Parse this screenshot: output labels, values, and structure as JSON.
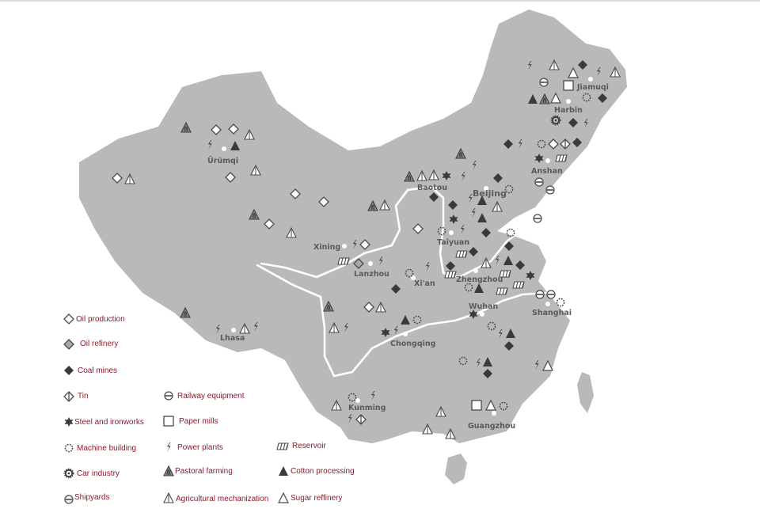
{
  "colors": {
    "land": "#b9b9b9",
    "river": "#ffffff",
    "symbol": "#4a4a4a",
    "legend_text": "#8c1a2c",
    "city_text": "#5a5a5a"
  },
  "cities": [
    {
      "id": "urumqi",
      "name": "Ürümqi"
    },
    {
      "id": "lhasa",
      "name": "Lhasa"
    },
    {
      "id": "xining",
      "name": "Xining"
    },
    {
      "id": "lanzhou",
      "name": "Lanzhou"
    },
    {
      "id": "baotou",
      "name": "Baotou"
    },
    {
      "id": "beijing",
      "name": "Beijing"
    },
    {
      "id": "taiyuan",
      "name": "Taiyuan"
    },
    {
      "id": "xian",
      "name": "Xi'an"
    },
    {
      "id": "zhengzhou",
      "name": "Zhengzhou"
    },
    {
      "id": "wuhan",
      "name": "Wuhan"
    },
    {
      "id": "chongqing",
      "name": "Chongqing"
    },
    {
      "id": "kunming",
      "name": "Kunming"
    },
    {
      "id": "guangzhou",
      "name": "Guangzhou"
    },
    {
      "id": "shanghai",
      "name": "Shanghai"
    },
    {
      "id": "anshan",
      "name": "Anshan"
    },
    {
      "id": "harbin",
      "name": "Harbin"
    },
    {
      "id": "jiamusi",
      "name": "Jiamuqi"
    }
  ],
  "legend": [
    {
      "icon": "oil-production",
      "label": "Oil production"
    },
    {
      "icon": "oil-refinery",
      "label": "Oil refinery"
    },
    {
      "icon": "coal-mines",
      "label": "Coal mines"
    },
    {
      "icon": "tin",
      "label": "Tin"
    },
    {
      "icon": "steel",
      "label": "Steel and ironworks"
    },
    {
      "icon": "machine",
      "label": "Machine building"
    },
    {
      "icon": "car",
      "label": "Car industry"
    },
    {
      "icon": "shipyard",
      "label": "Shipyards"
    },
    {
      "icon": "railway",
      "label": "Railway equipment"
    },
    {
      "icon": "paper",
      "label": "Paper mills"
    },
    {
      "icon": "power",
      "label": "Power plants"
    },
    {
      "icon": "pastoral",
      "label": "Pastoral farming"
    },
    {
      "icon": "agri",
      "label": "Agricultural mechanization"
    },
    {
      "icon": "reservoir",
      "label": "Reservoir"
    },
    {
      "icon": "cotton",
      "label": "Cotton processing"
    },
    {
      "icon": "sugar",
      "label": "Sugar reffinery"
    }
  ]
}
